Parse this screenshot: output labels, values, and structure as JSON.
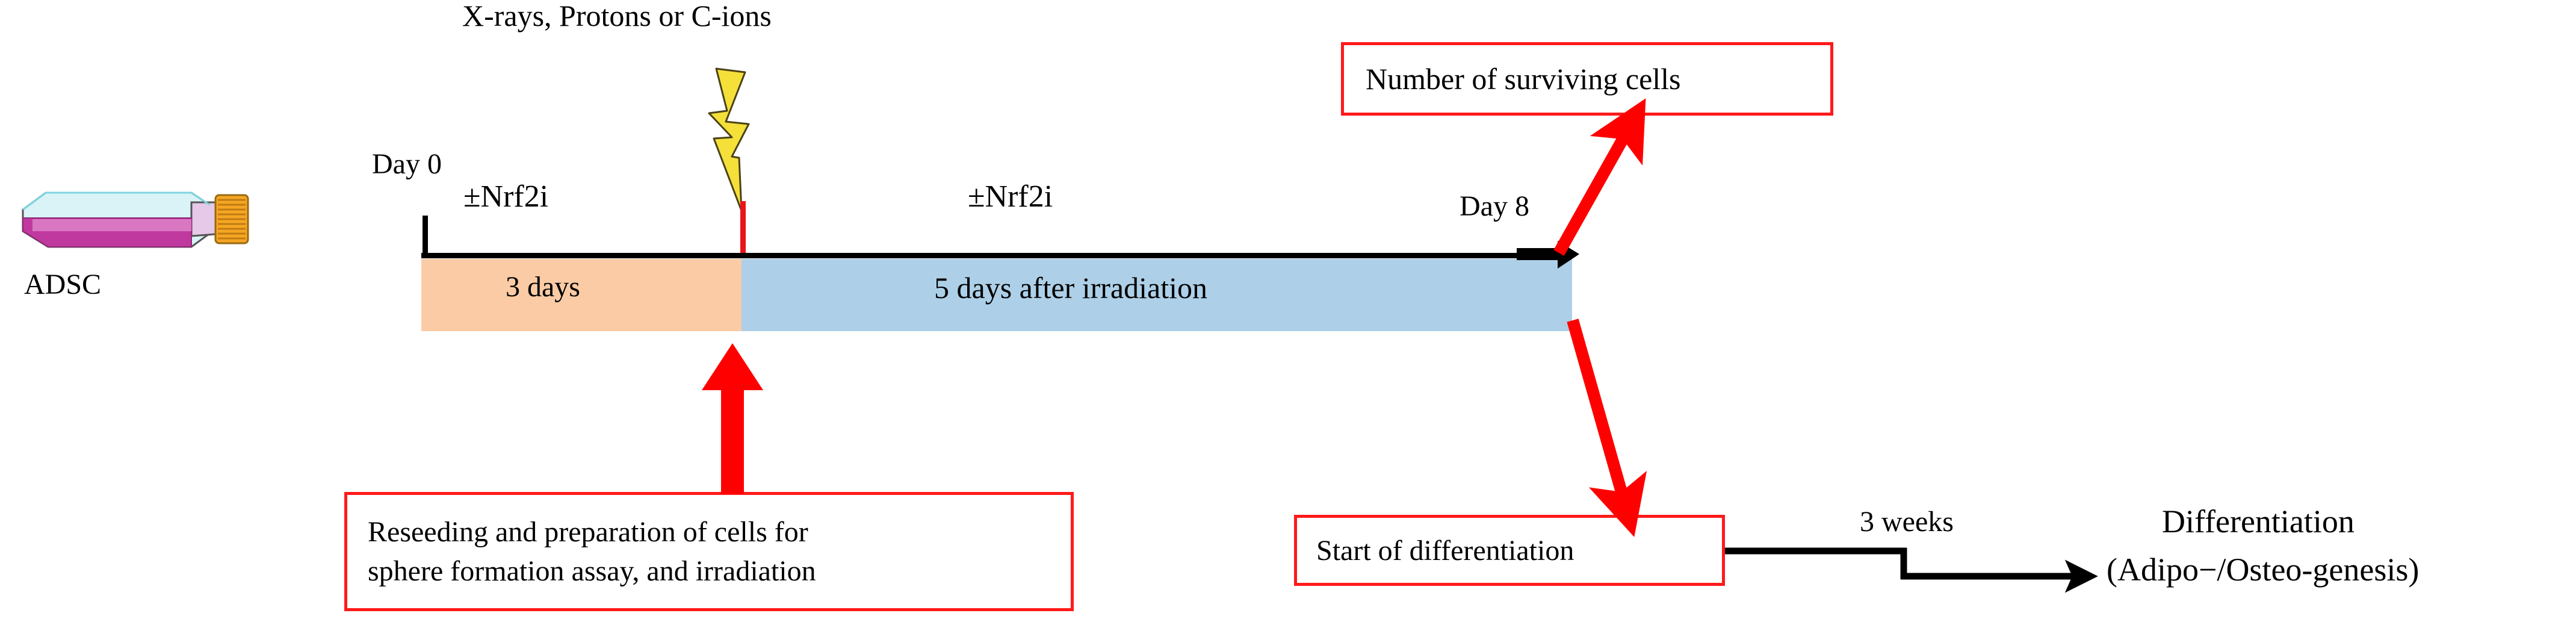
{
  "diagram": {
    "title_top": "X-rays, Protons or C-ions",
    "cell_source": {
      "label": "ADSC",
      "icon": "culture-flask-icon"
    },
    "timeline": {
      "start_label": "Day 0",
      "end_label": "Day 8",
      "treatment_label_1": "±Nrf2i",
      "treatment_label_2": "±Nrf2i",
      "segments": [
        {
          "label": "3 days",
          "color": "#FBCBA5"
        },
        {
          "label": "5 days after irradiation",
          "color": "#ADD0E8"
        }
      ]
    },
    "callouts": {
      "surviving": "Number of surviving cells",
      "reseeding_line1": "Reseeding and preparation of cells for",
      "reseeding_line2": "sphere formation assay, and irradiation",
      "differentiation_start": "Start of differentiation"
    },
    "outcome": {
      "duration": "3 weeks",
      "title": "Differentiation",
      "subtitle": "(Adipo−/Osteo-genesis)"
    },
    "colors": {
      "red_accent": "#FF1A1A",
      "irradiation_tick": "#E8141B",
      "segment_pre": "#FBCBA5",
      "segment_post": "#ADD0E8",
      "bolt_fill": "#F5E03A",
      "flask_media": "#C0399E",
      "flask_cap": "#F5A623"
    },
    "icons": {
      "radiation_bolt": "lightning-bolt-icon"
    }
  }
}
